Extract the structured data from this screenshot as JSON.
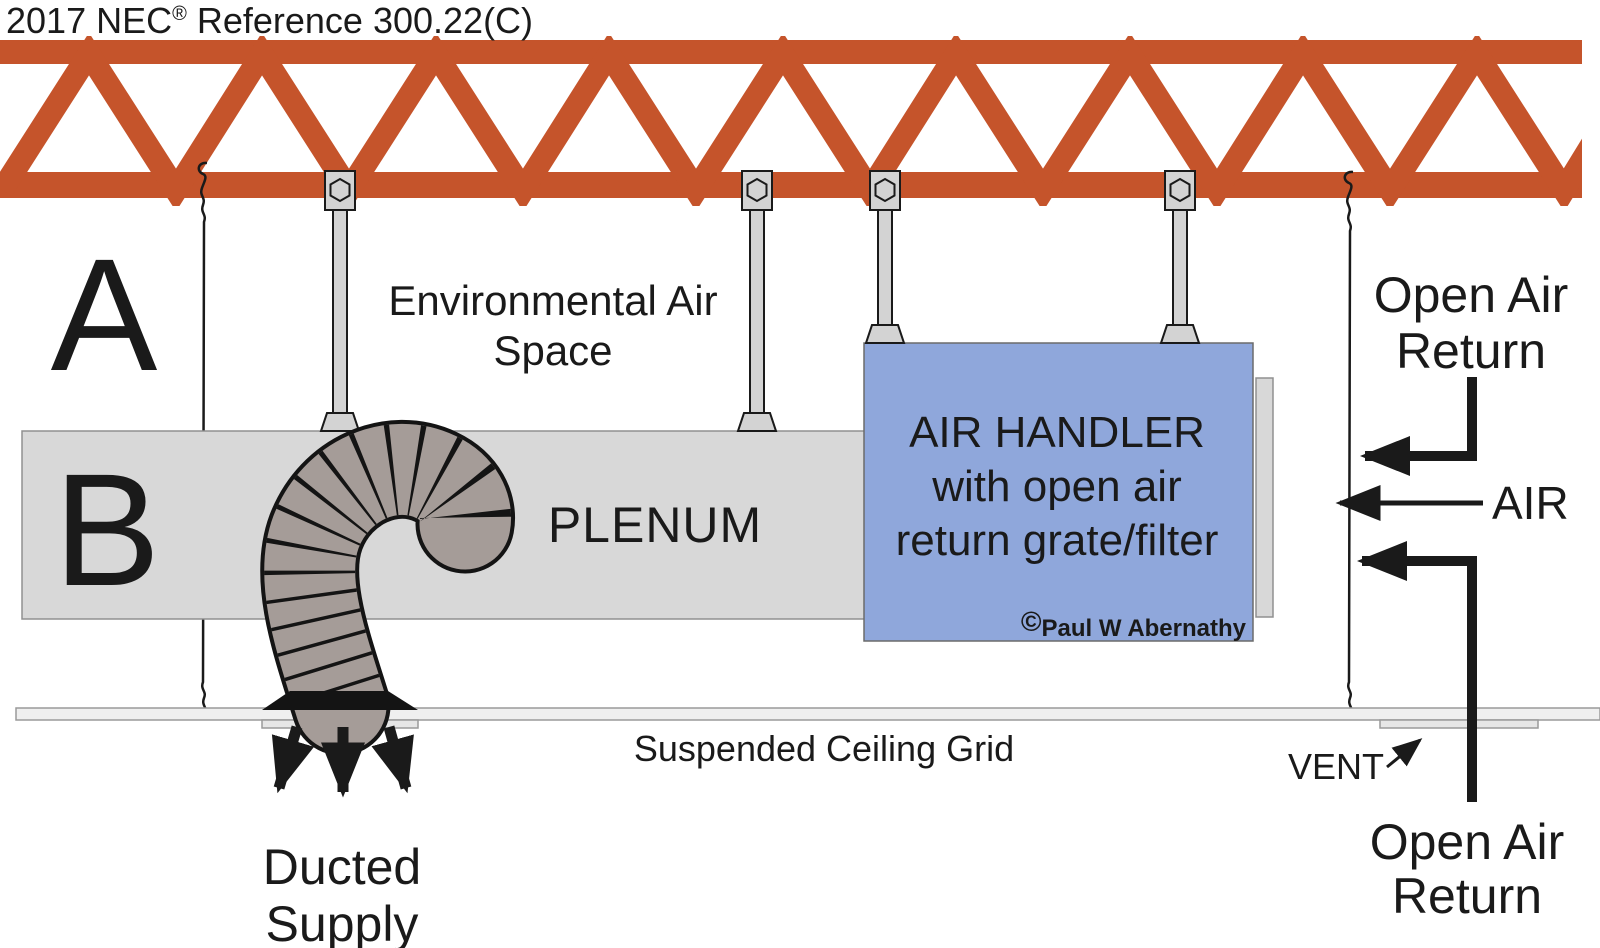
{
  "title": {
    "main": "2017 NEC",
    "reg": "®",
    "rest": " Reference 300.22(C)"
  },
  "zones": {
    "a": "A",
    "b": "B"
  },
  "env_air_space": {
    "line1": "Environmental Air",
    "line2": "Space"
  },
  "plenum_label": "PLENUM",
  "air_handler": {
    "line1": "AIR HANDLER",
    "line2": "with open air",
    "line3": "return grate/filter",
    "copyright_symbol": "©",
    "copyright_name": "Paul W Abernathy"
  },
  "open_air_return_top": {
    "line1": "Open Air",
    "line2": "Return"
  },
  "air_label": "AIR",
  "open_air_return_bottom": {
    "line1": "Open Air",
    "line2": "Return"
  },
  "vent_label": "VENT",
  "ceiling_label": "Suspended Ceiling Grid",
  "ducted_supply": {
    "line1": "Ducted",
    "line2": "Supply"
  },
  "colors": {
    "truss": "#c5542b",
    "plenum_fill": "#d8d8d8",
    "air_handler_fill": "#8fa7db",
    "duct_fill": "#a59c98",
    "ceiling_fill": "#efefef",
    "vent_bar_fill": "#e6e6e6",
    "hardware_gray": "#d3d3d3",
    "ink": "#1a1a1a"
  }
}
